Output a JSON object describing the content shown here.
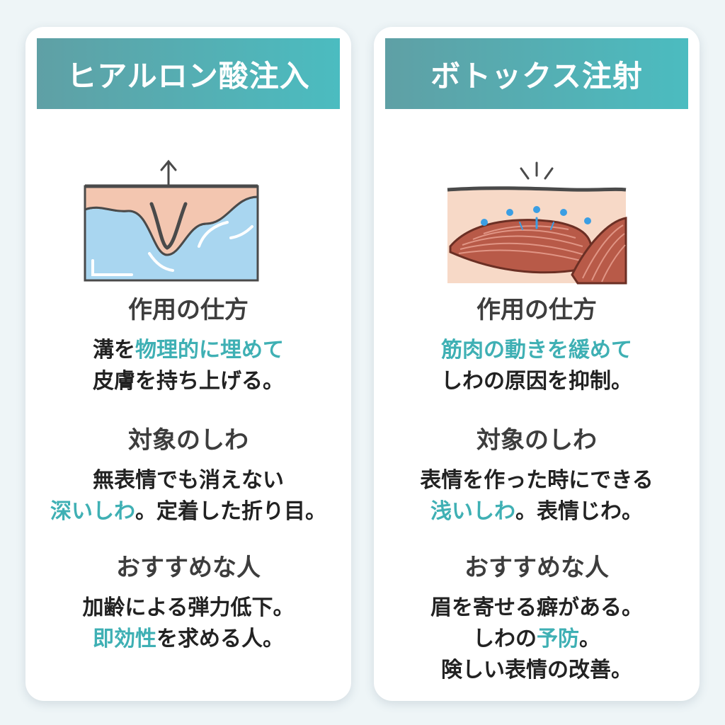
{
  "colors": {
    "accent": "#3fb0b4",
    "header_start": "#5fa0a5",
    "header_end": "#4bbcc0",
    "skin": "#f3c6b0",
    "filler": "#a9d6f0",
    "muscle": "#b85a48",
    "text": "#222222"
  },
  "icons": {
    "left": "skin-filler-lift-icon",
    "right": "skin-muscle-relax-icon"
  },
  "left": {
    "title": "ヒアルロン酸注入",
    "action": {
      "heading": "作用の仕方",
      "l1a": "溝を",
      "l1b": "物理的に埋めて",
      "l2": "皮膚を持ち上げる。"
    },
    "target": {
      "heading": "対象のしわ",
      "l1": "無表情でも消えない",
      "l2a": "深いしわ",
      "l2b": "。定着した折り目。"
    },
    "recommend": {
      "heading": "おすすめな人",
      "l1": "加齢による弾力低下。",
      "l2a": "即効性",
      "l2b": "を求める人。"
    }
  },
  "right": {
    "title": "ボトックス注射",
    "action": {
      "heading": "作用の仕方",
      "l1": "筋肉の動きを緩めて",
      "l2": "しわの原因を抑制。"
    },
    "target": {
      "heading": "対象のしわ",
      "l1": "表情を作った時にできる",
      "l2a": "浅いしわ",
      "l2b": "。表情じわ。"
    },
    "recommend": {
      "heading": "おすすめな人",
      "l1": "眉を寄せる癖がある。",
      "l2a": "しわの",
      "l2b": "予防",
      "l2c": "。",
      "l3": "険しい表情の改善。"
    }
  }
}
